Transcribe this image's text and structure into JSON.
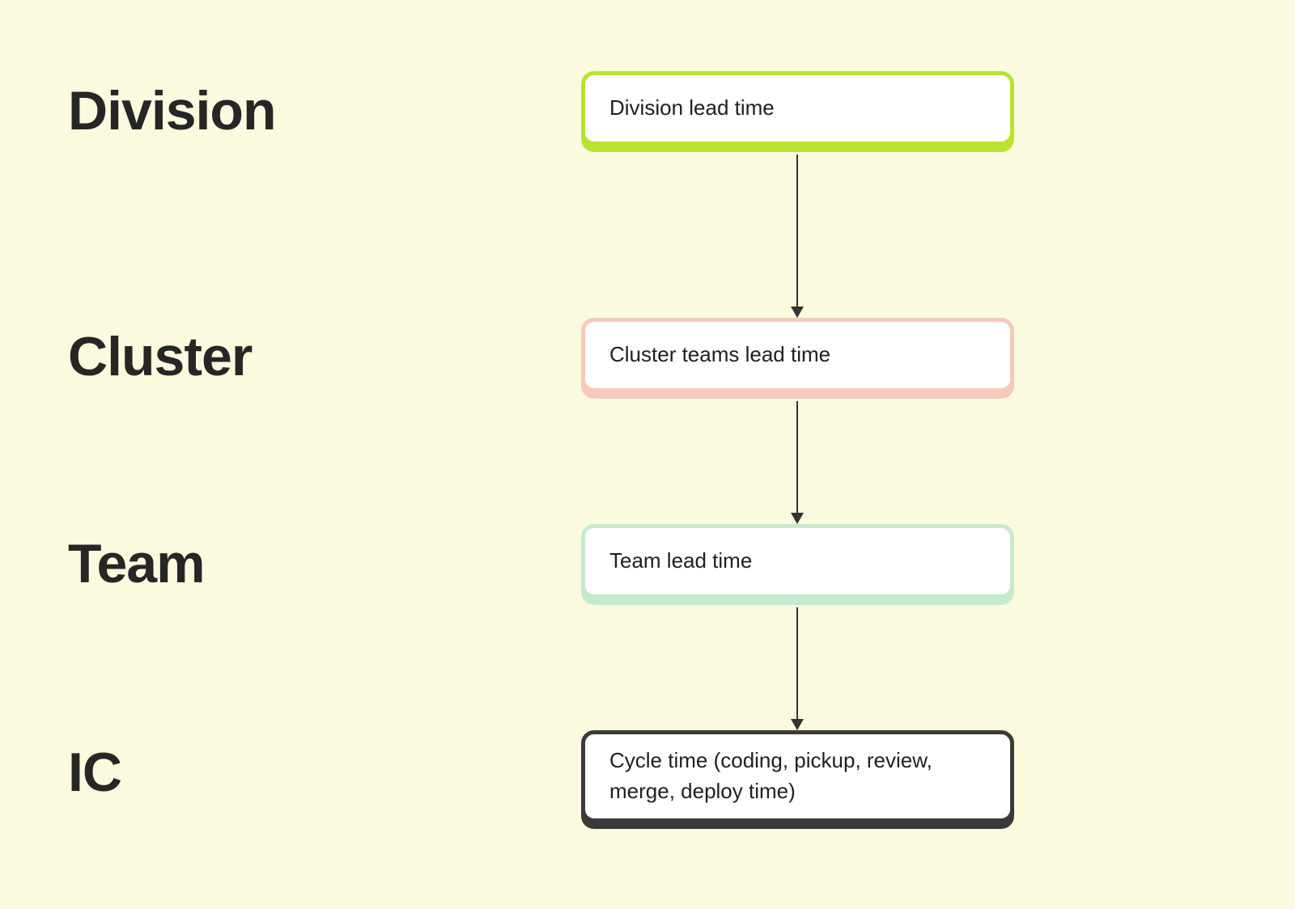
{
  "canvas": {
    "background_color": "#FBFADF",
    "label_text_color": "#262626",
    "box_text_color": "#1F1F1F",
    "arrow_color": "#333333"
  },
  "rows": [
    {
      "label": "Division",
      "box_text": "Division lead time",
      "border_color": "#B9E32F"
    },
    {
      "label": "Cluster",
      "box_text": "Cluster teams lead time",
      "border_color": "#F6C9BC"
    },
    {
      "label": "Team",
      "box_text": "Team lead time",
      "border_color": "#C5EBCF"
    },
    {
      "label": "IC",
      "box_text": "Cycle time (coding, pickup, review, merge, deploy time)",
      "border_color": "#3A3A3A"
    }
  ]
}
